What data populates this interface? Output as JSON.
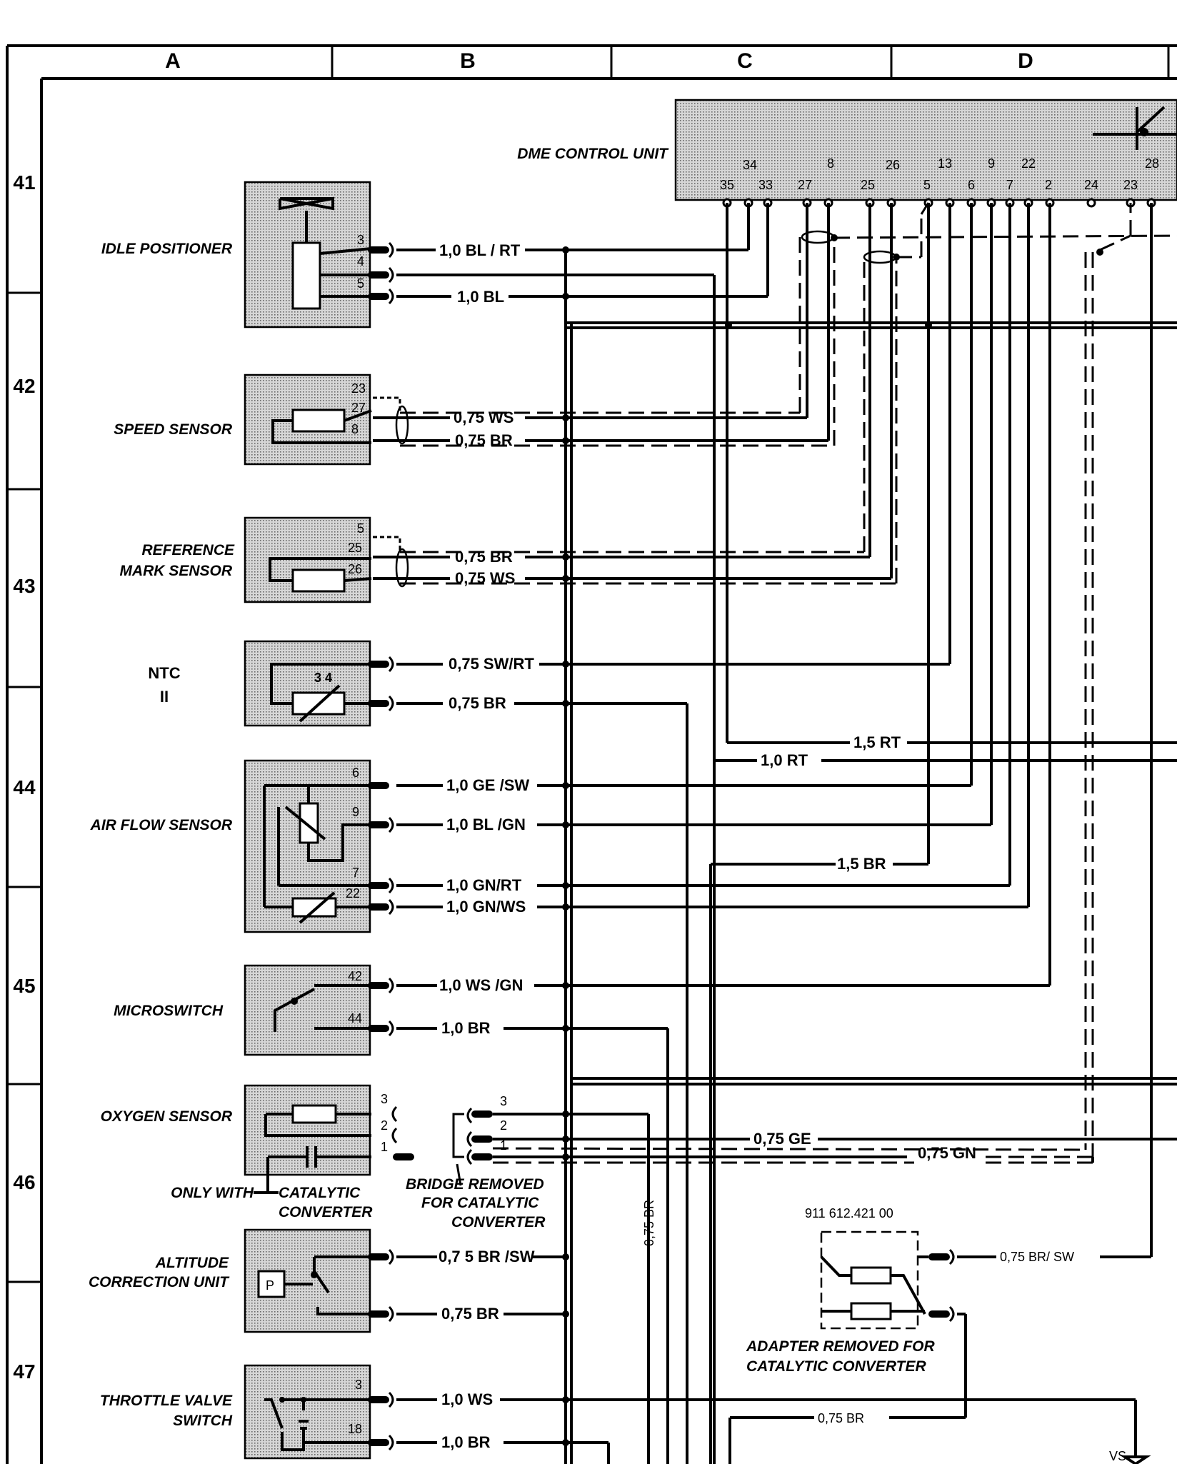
{
  "grid": {
    "columns": [
      "A",
      "B",
      "C",
      "D"
    ],
    "rows": [
      "41",
      "42",
      "43",
      "44",
      "45",
      "46",
      "47"
    ]
  },
  "control_unit": {
    "label": "DME CONTROL UNIT",
    "pins_top": [
      "34",
      "8",
      "26",
      "13",
      "9",
      "22",
      "28"
    ],
    "pins_bottom": [
      "35",
      "33",
      "27",
      "25",
      "5",
      "6",
      "7",
      "2",
      "24",
      "23"
    ]
  },
  "components": [
    {
      "id": "idle-positioner",
      "label": [
        "IDLE POSITIONER"
      ],
      "pins": [
        "3",
        "4",
        "5"
      ]
    },
    {
      "id": "speed-sensor",
      "label": [
        "SPEED SENSOR"
      ],
      "pins": [
        "23",
        "27",
        "8"
      ]
    },
    {
      "id": "reference-mark-sensor",
      "label": [
        "REFERENCE",
        "MARK SENSOR"
      ],
      "pins": [
        "5",
        "25",
        "26"
      ]
    },
    {
      "id": "ntc-ii",
      "label": [
        "NTC",
        "II"
      ],
      "pins": []
    },
    {
      "id": "air-flow-sensor",
      "label": [
        "AIR FLOW SENSOR"
      ],
      "pins": [
        "6",
        "9",
        "7",
        "22"
      ]
    },
    {
      "id": "microswitch",
      "label": [
        "MICROSWITCH"
      ],
      "pins": [
        "42",
        "44"
      ]
    },
    {
      "id": "oxygen-sensor",
      "label": [
        "OXYGEN SENSOR"
      ],
      "pins": [
        "3",
        "2",
        "1"
      ]
    },
    {
      "id": "altitude-correction-unit",
      "label": [
        "ALTITUDE",
        "CORRECTION UNIT"
      ],
      "pins": [
        "P"
      ]
    },
    {
      "id": "throttle-valve-switch",
      "label": [
        "THROTTLE VALVE",
        "SWITCH"
      ],
      "pins": [
        "3",
        "18"
      ]
    }
  ],
  "notes": {
    "catalytic_only": [
      "ONLY WITH",
      "CATALYTIC",
      "CONVERTER"
    ],
    "bridge_removed": [
      "BRIDGE REMOVED",
      "FOR CATALYTIC",
      "CONVERTER"
    ],
    "adapter_part_number": "911 612.421 00",
    "adapter_removed": [
      "ADAPTER REMOVED FOR",
      "CATALYTIC CONVERTER"
    ],
    "bridge_pins": [
      "3",
      "2",
      "1"
    ],
    "ground_label": "VS"
  },
  "wire_labels": {
    "idle_1": "1,0 BL / RT",
    "idle_2": "1,0 BL",
    "speed_1": "0,75 WS",
    "speed_2": "0,75 BR",
    "ref_1": "0,75 BR",
    "ref_2": "0,75 WS",
    "ntc_1": "0,75 SW/RT",
    "ntc_2": "0,75 BR",
    "rt15": "1,5 RT",
    "rt10": "1,0 RT",
    "afs_1": "1,0 GE /SW",
    "afs_2": "1,0 BL /GN",
    "br15": "1,5 BR",
    "afs_3": "1,0 GN/RT",
    "afs_4": "1,0 GN/WS",
    "micro_1": "1,0 WS /GN",
    "micro_2": "1,0 BR",
    "o2_ge": "0,75 GE",
    "o2_gn": "0,75 GN",
    "vertical_br": "0,75 BR",
    "alt_1": "0,7 5 BR /SW",
    "alt_2": "0,75 BR",
    "adapter_out": "0,75 BR/ SW",
    "tvs_1": "1,0 WS",
    "tvs_2": "1,0 BR",
    "tvs_ret": "0,75 BR"
  }
}
